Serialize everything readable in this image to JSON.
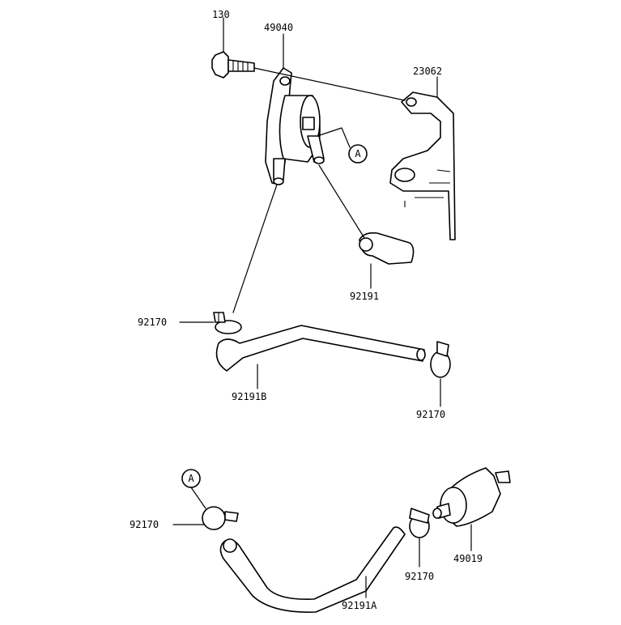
{
  "labels": {
    "bolt": "130",
    "fuel_pump": "49040",
    "bracket": "23062",
    "ref_a_top": "A",
    "hose_short": "92191",
    "clamp_left_top": "92170",
    "hose_b": "92191B",
    "clamp_right_top": "92170",
    "ref_a_bottom": "A",
    "clamp_left_bottom": "92170",
    "fuel_filter": "49019",
    "clamp_filter": "92170",
    "hose_a": "92191A"
  }
}
